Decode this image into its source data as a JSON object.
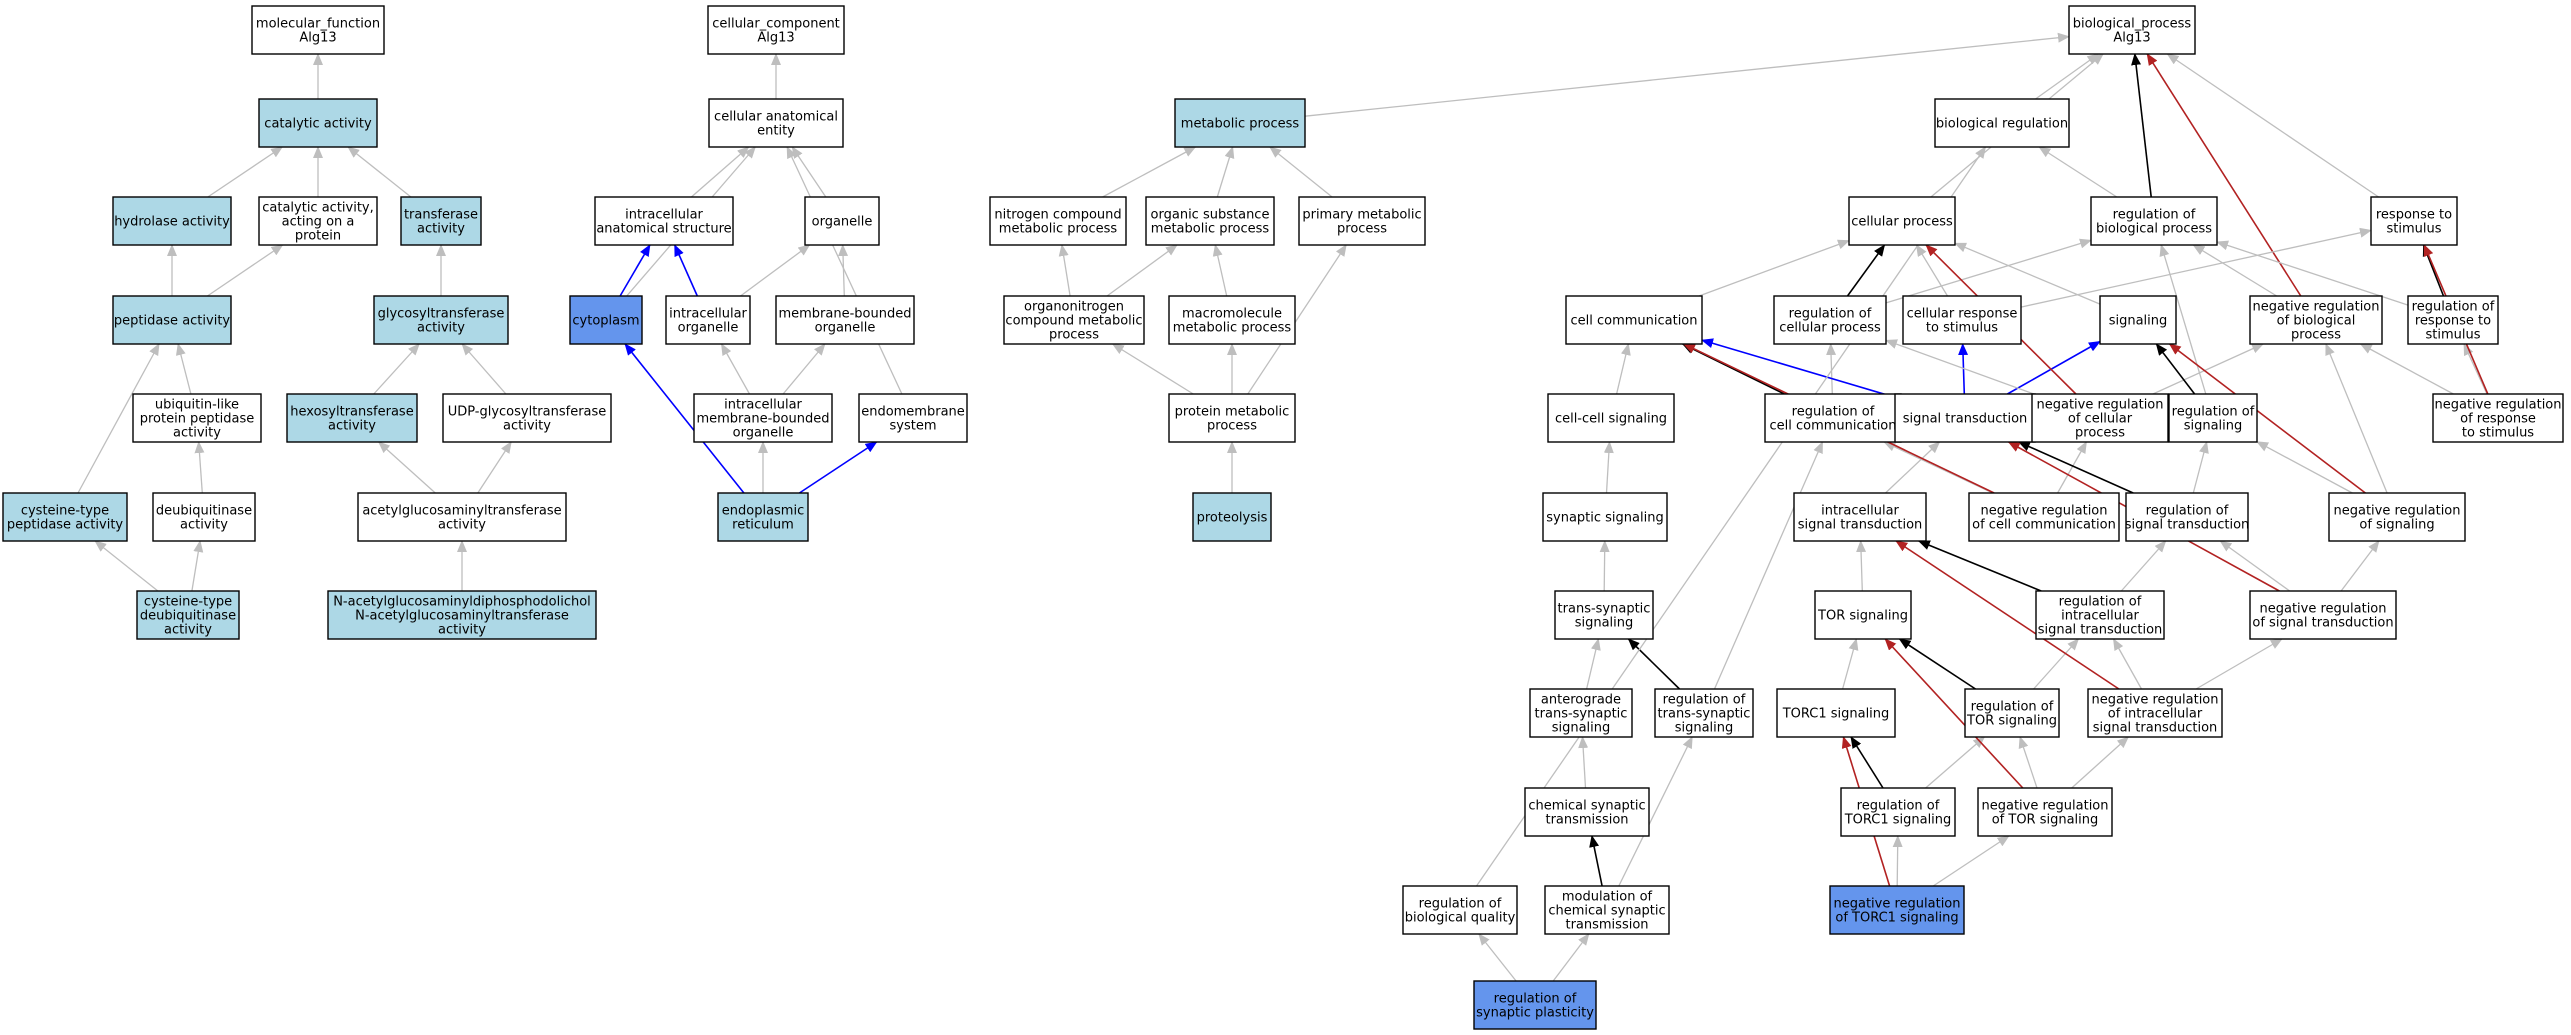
{
  "colors": {
    "white": "#ffffff",
    "light_blue": "#add8e6",
    "blue": "#6495ed",
    "edge_gray": "#bebebe",
    "edge_black": "#000000",
    "edge_blue": "#0000ff",
    "edge_red": "#b22222"
  },
  "nodes": {
    "mf_root": {
      "label": [
        "molecular_function",
        "Alg13"
      ],
      "fill": "white"
    },
    "catalytic": {
      "label": [
        "catalytic activity"
      ],
      "fill": "light_blue"
    },
    "hydrolase": {
      "label": [
        "hydrolase activity"
      ],
      "fill": "light_blue"
    },
    "cat_protein": {
      "label": [
        "catalytic activity,",
        "acting on a",
        "protein"
      ],
      "fill": "white"
    },
    "transferase": {
      "label": [
        "transferase",
        "activity"
      ],
      "fill": "light_blue"
    },
    "peptidase": {
      "label": [
        "peptidase activity"
      ],
      "fill": "light_blue"
    },
    "glycosyl": {
      "label": [
        "glycosyltransferase",
        "activity"
      ],
      "fill": "light_blue"
    },
    "ubiq_pep": {
      "label": [
        "ubiquitin-like",
        "protein peptidase",
        "activity"
      ],
      "fill": "white"
    },
    "hexosyl": {
      "label": [
        "hexosyltransferase",
        "activity"
      ],
      "fill": "light_blue"
    },
    "udp_glyco": {
      "label": [
        "UDP-glycosyltransferase",
        "activity"
      ],
      "fill": "white"
    },
    "cys_pep": {
      "label": [
        "cysteine-type",
        "peptidase activity"
      ],
      "fill": "light_blue"
    },
    "deubiq": {
      "label": [
        "deubiquitinase",
        "activity"
      ],
      "fill": "white"
    },
    "acetylglc": {
      "label": [
        "acetylglucosaminyltransferase",
        "activity"
      ],
      "fill": "white"
    },
    "cys_deubiq": {
      "label": [
        "cysteine-type",
        "deubiquitinase",
        "activity"
      ],
      "fill": "light_blue"
    },
    "nacetyl": {
      "label": [
        "N-acetylglucosaminyldiphosphodolichol",
        "N-acetylglucosaminyltransferase",
        "activity"
      ],
      "fill": "light_blue"
    },
    "cc_root": {
      "label": [
        "cellular_component",
        "Alg13"
      ],
      "fill": "white"
    },
    "cae": {
      "label": [
        "cellular anatomical",
        "entity"
      ],
      "fill": "white"
    },
    "ias": {
      "label": [
        "intracellular",
        "anatomical structure"
      ],
      "fill": "white"
    },
    "organelle": {
      "label": [
        "organelle"
      ],
      "fill": "white"
    },
    "cytoplasm": {
      "label": [
        "cytoplasm"
      ],
      "fill": "blue"
    },
    "intra_org": {
      "label": [
        "intracellular",
        "organelle"
      ],
      "fill": "white"
    },
    "mem_org": {
      "label": [
        "membrane-bounded",
        "organelle"
      ],
      "fill": "white"
    },
    "imbo": {
      "label": [
        "intracellular",
        "membrane-bounded",
        "organelle"
      ],
      "fill": "white"
    },
    "endomem": {
      "label": [
        "endomembrane",
        "system"
      ],
      "fill": "white"
    },
    "er": {
      "label": [
        "endoplasmic",
        "reticulum"
      ],
      "fill": "light_blue"
    },
    "metabolic": {
      "label": [
        "metabolic process"
      ],
      "fill": "light_blue"
    },
    "nitrogen": {
      "label": [
        "nitrogen compound",
        "metabolic process"
      ],
      "fill": "white"
    },
    "organic": {
      "label": [
        "organic substance",
        "metabolic process"
      ],
      "fill": "white"
    },
    "primary": {
      "label": [
        "primary metabolic",
        "process"
      ],
      "fill": "white"
    },
    "organonitrogen": {
      "label": [
        "organonitrogen",
        "compound metabolic",
        "process"
      ],
      "fill": "white"
    },
    "macromol": {
      "label": [
        "macromolecule",
        "metabolic process"
      ],
      "fill": "white"
    },
    "protein_met": {
      "label": [
        "protein metabolic",
        "process"
      ],
      "fill": "white"
    },
    "proteolysis": {
      "label": [
        "proteolysis"
      ],
      "fill": "light_blue"
    },
    "bp_root": {
      "label": [
        "biological_process",
        "Alg13"
      ],
      "fill": "white"
    },
    "bio_reg": {
      "label": [
        "biological regulation"
      ],
      "fill": "white"
    },
    "cell_proc": {
      "label": [
        "cellular process"
      ],
      "fill": "white"
    },
    "reg_bio": {
      "label": [
        "regulation of",
        "biological process"
      ],
      "fill": "white"
    },
    "resp_stim": {
      "label": [
        "response to",
        "stimulus"
      ],
      "fill": "white"
    },
    "cell_comm": {
      "label": [
        "cell communication"
      ],
      "fill": "white"
    },
    "reg_cell_proc": {
      "label": [
        "regulation of",
        "cellular process"
      ],
      "fill": "white"
    },
    "cell_resp": {
      "label": [
        "cellular response",
        "to stimulus"
      ],
      "fill": "white"
    },
    "signaling": {
      "label": [
        "signaling"
      ],
      "fill": "white"
    },
    "neg_reg_bio": {
      "label": [
        "negative regulation",
        "of biological",
        "process"
      ],
      "fill": "white"
    },
    "reg_resp_stim": {
      "label": [
        "regulation of",
        "response to",
        "stimulus"
      ],
      "fill": "white"
    },
    "cc_signaling": {
      "label": [
        "cell-cell signaling"
      ],
      "fill": "white"
    },
    "reg_cell_comm": {
      "label": [
        "regulation of",
        "cell communication"
      ],
      "fill": "white"
    },
    "sig_trans": {
      "label": [
        "signal transduction"
      ],
      "fill": "white"
    },
    "neg_reg_cell_proc": {
      "label": [
        "negative regulation",
        "of cellular",
        "process"
      ],
      "fill": "white"
    },
    "reg_signaling": {
      "label": [
        "regulation of",
        "signaling"
      ],
      "fill": "white"
    },
    "neg_reg_resp": {
      "label": [
        "negative regulation",
        "of response",
        "to stimulus"
      ],
      "fill": "white"
    },
    "syn_sig": {
      "label": [
        "synaptic signaling"
      ],
      "fill": "white"
    },
    "intra_sig": {
      "label": [
        "intracellular",
        "signal transduction"
      ],
      "fill": "white"
    },
    "neg_reg_cell_comm": {
      "label": [
        "negative regulation",
        "of cell communication"
      ],
      "fill": "white"
    },
    "reg_sig_trans": {
      "label": [
        "regulation of",
        "signal transduction"
      ],
      "fill": "white"
    },
    "neg_reg_signaling": {
      "label": [
        "negative regulation",
        "of signaling"
      ],
      "fill": "white"
    },
    "trans_syn": {
      "label": [
        "trans-synaptic",
        "signaling"
      ],
      "fill": "white"
    },
    "tor_sig": {
      "label": [
        "TOR signaling"
      ],
      "fill": "white"
    },
    "reg_intra_sig": {
      "label": [
        "regulation of",
        "intracellular",
        "signal transduction"
      ],
      "fill": "white"
    },
    "neg_reg_sig_trans": {
      "label": [
        "negative regulation",
        "of signal transduction"
      ],
      "fill": "white"
    },
    "antero": {
      "label": [
        "anterograde",
        "trans-synaptic",
        "signaling"
      ],
      "fill": "white"
    },
    "reg_trans_syn": {
      "label": [
        "regulation of",
        "trans-synaptic",
        "signaling"
      ],
      "fill": "white"
    },
    "torc1_sig": {
      "label": [
        "TORC1 signaling"
      ],
      "fill": "white"
    },
    "reg_tor": {
      "label": [
        "regulation of",
        "TOR signaling"
      ],
      "fill": "white"
    },
    "neg_reg_intra": {
      "label": [
        "negative regulation",
        "of intracellular",
        "signal transduction"
      ],
      "fill": "white"
    },
    "chem_syn": {
      "label": [
        "chemical synaptic",
        "transmission"
      ],
      "fill": "white"
    },
    "reg_torc1": {
      "label": [
        "regulation of",
        "TORC1 signaling"
      ],
      "fill": "white"
    },
    "neg_reg_tor": {
      "label": [
        "negative regulation",
        "of TOR signaling"
      ],
      "fill": "white"
    },
    "reg_bio_qual": {
      "label": [
        "regulation of",
        "biological quality"
      ],
      "fill": "white"
    },
    "mod_chem": {
      "label": [
        "modulation of",
        "chemical synaptic",
        "transmission"
      ],
      "fill": "white"
    },
    "neg_reg_torc1": {
      "label": [
        "negative regulation",
        "of TORC1 signaling"
      ],
      "fill": "blue"
    },
    "reg_syn_plast": {
      "label": [
        "regulation of",
        "synaptic plasticity"
      ],
      "fill": "blue"
    }
  },
  "edges": [
    [
      "catalytic",
      "mf_root",
      "gray"
    ],
    [
      "hydrolase",
      "catalytic",
      "gray"
    ],
    [
      "cat_protein",
      "catalytic",
      "gray"
    ],
    [
      "transferase",
      "catalytic",
      "gray"
    ],
    [
      "peptidase",
      "hydrolase",
      "gray"
    ],
    [
      "peptidase",
      "cat_protein",
      "gray"
    ],
    [
      "glycosyl",
      "transferase",
      "gray"
    ],
    [
      "ubiq_pep",
      "peptidase",
      "gray"
    ],
    [
      "hexosyl",
      "glycosyl",
      "gray"
    ],
    [
      "udp_glyco",
      "glycosyl",
      "gray"
    ],
    [
      "cys_pep",
      "peptidase",
      "gray"
    ],
    [
      "deubiq",
      "ubiq_pep",
      "gray"
    ],
    [
      "acetylglc",
      "hexosyl",
      "gray"
    ],
    [
      "acetylglc",
      "udp_glyco",
      "gray"
    ],
    [
      "cys_deubiq",
      "cys_pep",
      "gray"
    ],
    [
      "cys_deubiq",
      "deubiq",
      "gray"
    ],
    [
      "nacetyl",
      "acetylglc",
      "gray"
    ],
    [
      "cae",
      "cc_root",
      "gray"
    ],
    [
      "ias",
      "cae",
      "gray"
    ],
    [
      "organelle",
      "cae",
      "gray"
    ],
    [
      "cytoplasm",
      "cae",
      "gray"
    ],
    [
      "cytoplasm",
      "ias",
      "blue"
    ],
    [
      "intra_org",
      "ias",
      "blue"
    ],
    [
      "intra_org",
      "organelle",
      "gray"
    ],
    [
      "mem_org",
      "organelle",
      "gray"
    ],
    [
      "imbo",
      "intra_org",
      "gray"
    ],
    [
      "imbo",
      "mem_org",
      "gray"
    ],
    [
      "endomem",
      "cae",
      "gray"
    ],
    [
      "er",
      "imbo",
      "gray"
    ],
    [
      "er",
      "cytoplasm",
      "blue"
    ],
    [
      "er",
      "endomem",
      "blue"
    ],
    [
      "metabolic",
      "bp_root",
      "gray"
    ],
    [
      "nitrogen",
      "metabolic",
      "gray"
    ],
    [
      "organic",
      "metabolic",
      "gray"
    ],
    [
      "primary",
      "metabolic",
      "gray"
    ],
    [
      "organonitrogen",
      "nitrogen",
      "gray"
    ],
    [
      "organonitrogen",
      "organic",
      "gray"
    ],
    [
      "macromol",
      "organic",
      "gray"
    ],
    [
      "protein_met",
      "organonitrogen",
      "gray"
    ],
    [
      "protein_met",
      "macromol",
      "gray"
    ],
    [
      "protein_met",
      "primary",
      "gray"
    ],
    [
      "proteolysis",
      "protein_met",
      "gray"
    ],
    [
      "bio_reg",
      "bp_root",
      "gray"
    ],
    [
      "cell_proc",
      "bp_root",
      "gray"
    ],
    [
      "reg_bio",
      "bp_root",
      "black"
    ],
    [
      "reg_bio",
      "bio_reg",
      "gray"
    ],
    [
      "resp_stim",
      "bp_root",
      "gray"
    ],
    [
      "neg_reg_bio",
      "bp_root",
      "red"
    ],
    [
      "cell_comm",
      "cell_proc",
      "gray"
    ],
    [
      "reg_cell_proc",
      "cell_proc",
      "black"
    ],
    [
      "reg_cell_proc",
      "reg_bio",
      "gray"
    ],
    [
      "cell_resp",
      "cell_proc",
      "gray"
    ],
    [
      "cell_resp",
      "resp_stim",
      "gray"
    ],
    [
      "signaling",
      "cell_proc",
      "gray"
    ],
    [
      "neg_reg_bio",
      "reg_bio",
      "gray"
    ],
    [
      "reg_resp_stim",
      "reg_bio",
      "gray"
    ],
    [
      "reg_resp_stim",
      "resp_stim",
      "black"
    ],
    [
      "cc_signaling",
      "cell_comm",
      "gray"
    ],
    [
      "reg_cell_comm",
      "cell_comm",
      "black"
    ],
    [
      "reg_cell_comm",
      "reg_cell_proc",
      "gray"
    ],
    [
      "sig_trans",
      "cell_comm",
      "blue"
    ],
    [
      "sig_trans",
      "cell_resp",
      "blue"
    ],
    [
      "sig_trans",
      "signaling",
      "blue"
    ],
    [
      "neg_reg_cell_proc",
      "reg_cell_proc",
      "gray"
    ],
    [
      "neg_reg_cell_proc",
      "neg_reg_bio",
      "gray"
    ],
    [
      "neg_reg_cell_proc",
      "cell_proc",
      "red"
    ],
    [
      "reg_signaling",
      "signaling",
      "black"
    ],
    [
      "reg_signaling",
      "reg_bio",
      "gray"
    ],
    [
      "neg_reg_resp",
      "reg_resp_stim",
      "gray"
    ],
    [
      "neg_reg_resp",
      "neg_reg_bio",
      "gray"
    ],
    [
      "neg_reg_resp",
      "resp_stim",
      "red"
    ],
    [
      "syn_sig",
      "cc_signaling",
      "gray"
    ],
    [
      "intra_sig",
      "sig_trans",
      "gray"
    ],
    [
      "neg_reg_cell_comm",
      "reg_cell_comm",
      "gray"
    ],
    [
      "neg_reg_cell_comm",
      "neg_reg_cell_proc",
      "gray"
    ],
    [
      "neg_reg_cell_comm",
      "cell_comm",
      "red"
    ],
    [
      "reg_sig_trans",
      "sig_trans",
      "black"
    ],
    [
      "reg_sig_trans",
      "reg_signaling",
      "gray"
    ],
    [
      "neg_reg_signaling",
      "reg_signaling",
      "gray"
    ],
    [
      "neg_reg_signaling",
      "neg_reg_bio",
      "gray"
    ],
    [
      "neg_reg_signaling",
      "signaling",
      "red"
    ],
    [
      "trans_syn",
      "syn_sig",
      "gray"
    ],
    [
      "tor_sig",
      "intra_sig",
      "gray"
    ],
    [
      "reg_intra_sig",
      "intra_sig",
      "black"
    ],
    [
      "reg_intra_sig",
      "reg_sig_trans",
      "gray"
    ],
    [
      "neg_reg_sig_trans",
      "reg_sig_trans",
      "gray"
    ],
    [
      "neg_reg_sig_trans",
      "neg_reg_signaling",
      "gray"
    ],
    [
      "neg_reg_sig_trans",
      "sig_trans",
      "red"
    ],
    [
      "antero",
      "trans_syn",
      "gray"
    ],
    [
      "reg_trans_syn",
      "trans_syn",
      "black"
    ],
    [
      "reg_trans_syn",
      "reg_cell_comm",
      "gray"
    ],
    [
      "torc1_sig",
      "tor_sig",
      "gray"
    ],
    [
      "reg_tor",
      "tor_sig",
      "black"
    ],
    [
      "reg_tor",
      "reg_intra_sig",
      "gray"
    ],
    [
      "neg_reg_intra",
      "reg_intra_sig",
      "gray"
    ],
    [
      "neg_reg_intra",
      "neg_reg_sig_trans",
      "gray"
    ],
    [
      "neg_reg_intra",
      "intra_sig",
      "red"
    ],
    [
      "chem_syn",
      "antero",
      "gray"
    ],
    [
      "reg_torc1",
      "torc1_sig",
      "black"
    ],
    [
      "reg_torc1",
      "reg_tor",
      "gray"
    ],
    [
      "neg_reg_tor",
      "reg_tor",
      "gray"
    ],
    [
      "neg_reg_tor",
      "neg_reg_intra",
      "gray"
    ],
    [
      "neg_reg_tor",
      "tor_sig",
      "red"
    ],
    [
      "reg_bio_qual",
      "bio_reg",
      "gray"
    ],
    [
      "mod_chem",
      "chem_syn",
      "black"
    ],
    [
      "mod_chem",
      "reg_trans_syn",
      "gray"
    ],
    [
      "neg_reg_torc1",
      "reg_torc1",
      "gray"
    ],
    [
      "neg_reg_torc1",
      "neg_reg_tor",
      "gray"
    ],
    [
      "neg_reg_torc1",
      "torc1_sig",
      "red"
    ],
    [
      "reg_syn_plast",
      "reg_bio_qual",
      "gray"
    ],
    [
      "reg_syn_plast",
      "mod_chem",
      "gray"
    ]
  ]
}
